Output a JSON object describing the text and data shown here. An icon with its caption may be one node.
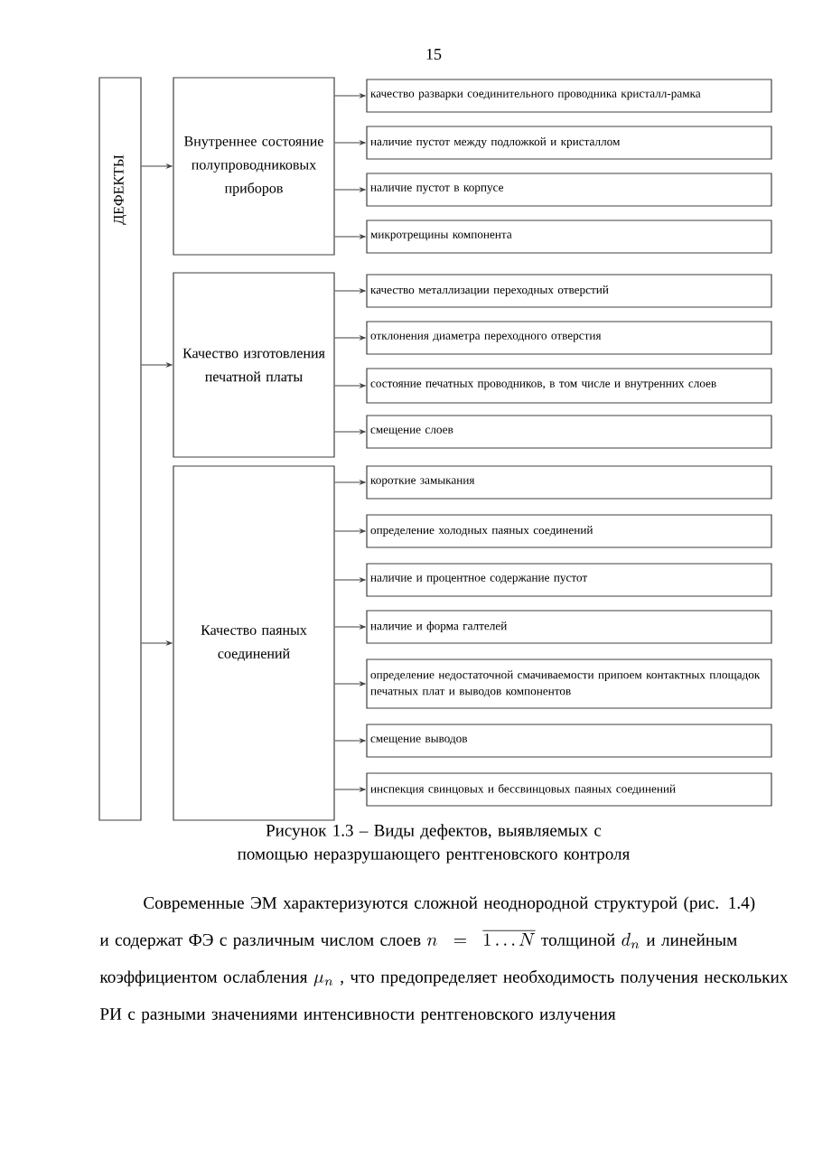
{
  "diagram": {
    "caption": "Рисунок 1.3 – Виды дефектов, выявляемых с помощью неразрушающего рентгеновского контроля",
    "nodes": [
      {
        "text": [
          "ДЕФЕКТЫ"
        ]
      },
      {
        "text": [
          "Внутреннее состояние полупроводниковых приборов"
        ]
      },
      {
        "text": [
          "качество разварки соединительного проводника кристалл-рамка"
        ]
      },
      {
        "text": [
          "наличие пустот между подложкой и кристаллом"
        ]
      },
      {
        "text": [
          "наличие пустот в корпусе"
        ]
      },
      {
        "text": [
          "микротрещины компонента"
        ]
      },
      {
        "text": [
          "Качество изготовления печатной платы"
        ]
      },
      {
        "text": [
          "качество металлизации переходных отверстий"
        ]
      },
      {
        "text": [
          "отклонения диаметра переходного отверстия"
        ]
      },
      {
        "text": [
          "состояние печатных проводников, в том числе и внутренних слоев"
        ]
      },
      {
        "text": [
          "смещение слоев"
        ]
      },
      {
        "text": [
          "Качество паяных соединений"
        ]
      },
      {
        "text": [
          "короткие замыкания"
        ]
      },
      {
        "text": [
          "определение холодных паяных соединений"
        ]
      },
      {
        "text": [
          "наличие и процентное содержание пустот"
        ]
      },
      {
        "text": [
          "наличие и форма галтелей"
        ]
      },
      {
        "text": [
          "определение недостаточной смачиваемости припоем контактных площадок печатных плат и выводов компонентов"
        ]
      },
      {
        "text": [
          "смещение выводов"
        ]
      },
      {
        "text": [
          "инспекция свинцовых и бессвинцовых паяных соединений"
        ]
      }
    ],
    "edges": [
      {
        "from": 0,
        "to": 1,
        "arrow": "to"
      },
      {
        "from": 1,
        "to": 2,
        "arrow": "to"
      },
      {
        "from": 1,
        "to": 3,
        "arrow": "to"
      },
      {
        "from": 1,
        "to": 4,
        "arrow": "to"
      },
      {
        "from": 1,
        "to": 5,
        "arrow": "to"
      },
      {
        "from": 0,
        "to": 6,
        "arrow": "to"
      },
      {
        "from": 6,
        "to": 7,
        "arrow": "to"
      },
      {
        "from": 6,
        "to": 8,
        "arrow": "to"
      },
      {
        "from": 6,
        "to": 9,
        "arrow": "to"
      },
      {
        "from": 6,
        "to": 10,
        "arrow": "to"
      },
      {
        "from": 0,
        "to": 11,
        "arrow": "to"
      },
      {
        "from": 11,
        "to": 12,
        "arrow": "to"
      },
      {
        "from": 11,
        "to": 13,
        "arrow": "to"
      },
      {
        "from": 11,
        "to": 14,
        "arrow": "to"
      },
      {
        "from": 11,
        "to": 15,
        "arrow": "to"
      },
      {
        "from": 11,
        "to": 16,
        "arrow": "to"
      },
      {
        "from": 11,
        "to": 17,
        "arrow": "to"
      },
      {
        "from": 11,
        "to": 18,
        "arrow": "to"
      }
    ],
    "labels": [
      "15",
      "Современные ЭМ характеризуются сложной неоднородной структурой (рис. 1.4) и содержат ФЭ с различным числом слоев",
      "n=\\overline{1\\ldots N}",
      "толщиной",
      "d_n",
      "и линейным коэффициентом ослабления",
      "\\mu_n",
      ", что предопределяет необходимость получения нескольких РИ с разными значениями интенсивности рентгеновского излучения"
    ]
  }
}
